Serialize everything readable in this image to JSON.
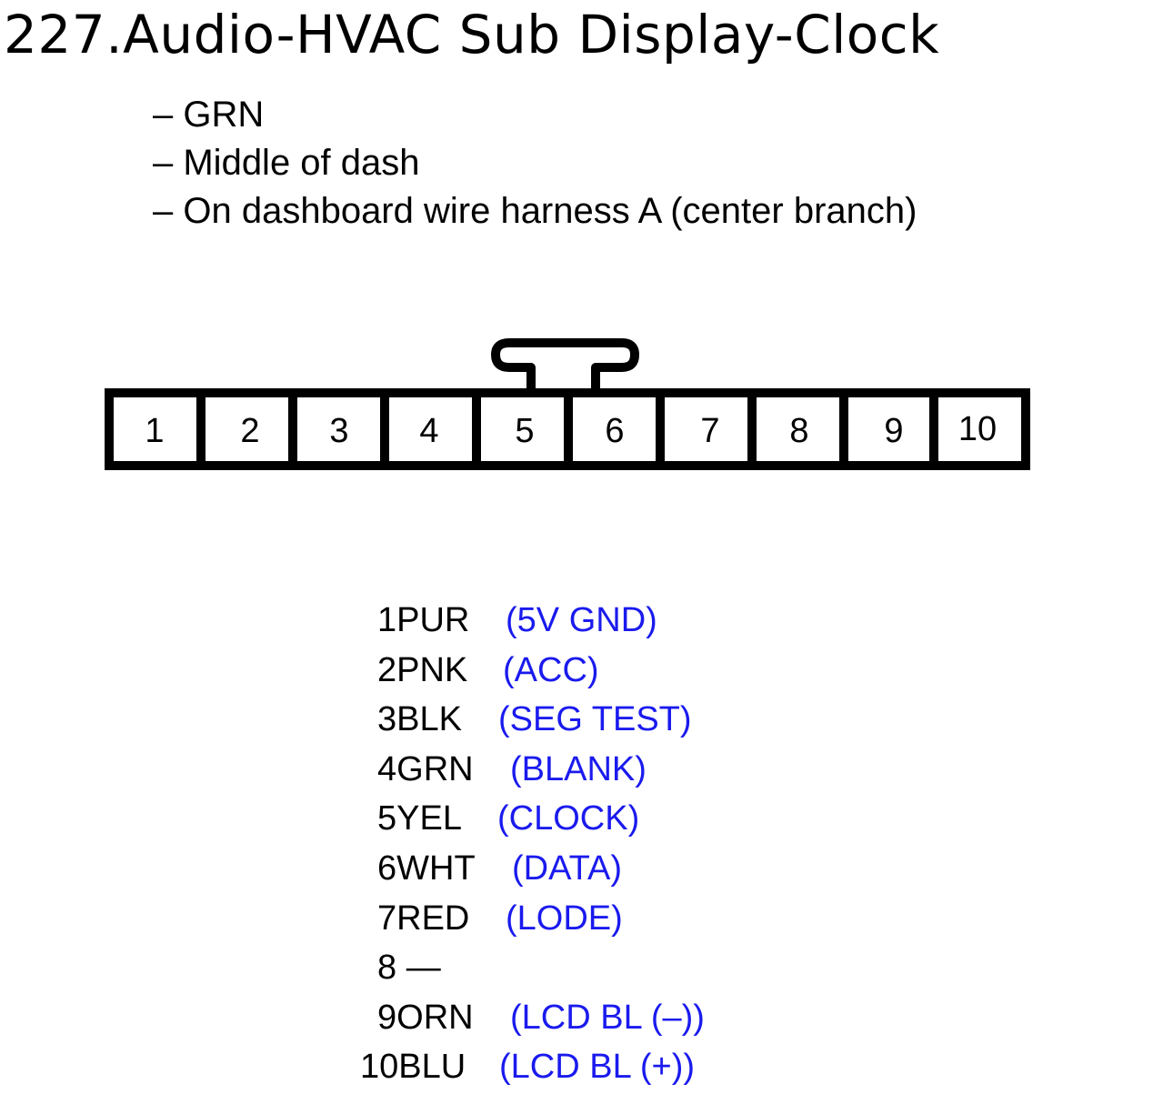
{
  "title": "227.Audio-HVAC Sub Display-Clock",
  "notes": [
    "– GRN",
    "– Middle of dash",
    "– On dashboard wire harness A (center branch)"
  ],
  "connector": {
    "pin_labels": [
      "1",
      "2",
      "3",
      "4",
      "5",
      "6",
      "7",
      "8",
      "9",
      "10"
    ]
  },
  "pinout": [
    {
      "pin": "1PUR",
      "function": "(5V GND)"
    },
    {
      "pin": "2PNK",
      "function": "(ACC)"
    },
    {
      "pin": "3BLK",
      "function": "(SEG TEST)"
    },
    {
      "pin": "4GRN",
      "function": "(BLANK)"
    },
    {
      "pin": "5YEL",
      "function": "(CLOCK)"
    },
    {
      "pin": "6WHT",
      "function": "(DATA)"
    },
    {
      "pin": "7RED",
      "function": "(LODE)"
    },
    {
      "pin": "8 —",
      "function": ""
    },
    {
      "pin": "9ORN",
      "function": "(LCD BL (–))"
    },
    {
      "pin": "10BLU",
      "function": "(LCD BL (+))"
    }
  ],
  "colors": {
    "function_text": "#1a1aee",
    "outline": "#000000"
  }
}
